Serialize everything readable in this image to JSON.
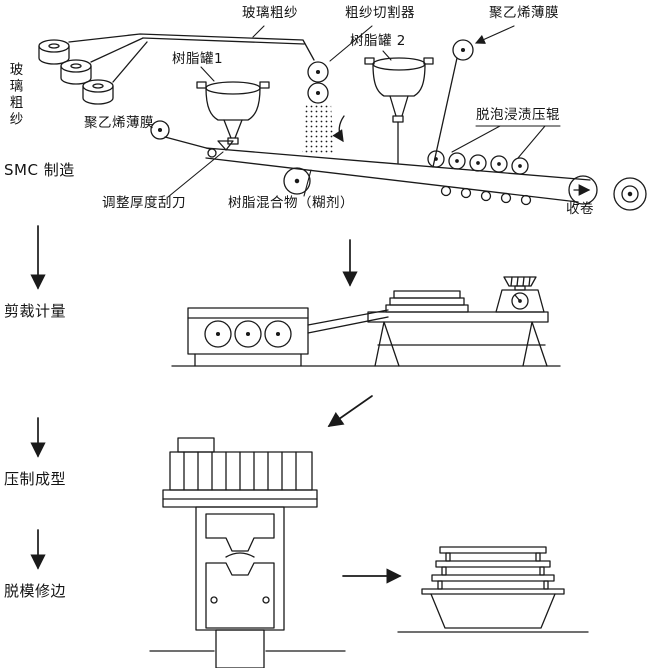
{
  "colors": {
    "ink": "#1a1a1a",
    "paper": "#ffffff"
  },
  "smc_line": {
    "glass_roving_top": "玻璃粗纱",
    "glass_roving_left": "玻璃粗纱",
    "roving_cutter": "粗纱切割器",
    "pe_film_top": "聚乙烯薄膜",
    "pe_film_left": "聚乙烯薄膜",
    "resin_tank_1": "树脂罐1",
    "resin_tank_2": "树脂罐 2",
    "degas_rollers": "脱泡浸渍压辊",
    "doctor_blade": "调整厚度刮刀",
    "resin_mixture": "树脂混合物（糊剂）",
    "winding": "收卷"
  },
  "stages": {
    "smc_manufacture": "SMC 制造",
    "cut_metering": "剪裁计量",
    "press_molding": "压制成型",
    "demold_trim": "脱模修边"
  }
}
